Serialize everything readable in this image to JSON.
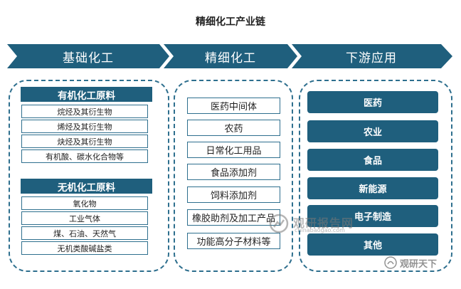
{
  "title": "精细化工产业链",
  "stages": [
    "基础化工",
    "精细化工",
    "下游应用"
  ],
  "left": {
    "organic": {
      "header": "有机化工原料",
      "items": [
        "烷烃及其衍生物",
        "烯烃及其衍生物",
        "炔烃及其衍生物",
        "有机酸、碳水化合物等"
      ]
    },
    "inorganic": {
      "header": "无机化工原料",
      "items": [
        "氧化物",
        "工业气体",
        "煤、石油、天然气",
        "无机类酸碱盐类"
      ]
    }
  },
  "middle": {
    "items": [
      "医药中间体",
      "农药",
      "日常化工用品",
      "食品添加剂",
      "饲料添加剂",
      "橡胶助剂及加工产品",
      "功能高分子材料等"
    ]
  },
  "right": {
    "items": [
      "医药",
      "农业",
      "食品",
      "新能源",
      "电子制造",
      "其他"
    ]
  },
  "watermarks": {
    "brand_name": "观研报告网",
    "brand_url": "chinabaogao.com",
    "platform": "观研天下"
  },
  "colors": {
    "primary": "#1f5f7d",
    "border": "#2e6f8e"
  }
}
